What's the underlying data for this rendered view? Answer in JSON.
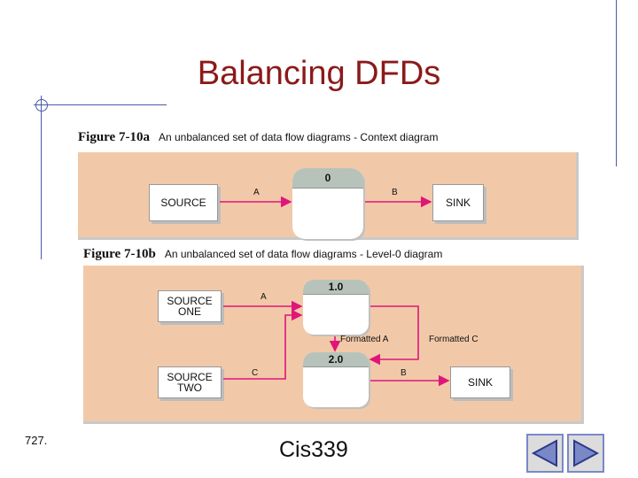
{
  "slide": {
    "title": "Balancing DFDs",
    "page_number": "727.",
    "footer": "Cis339"
  },
  "figure_a": {
    "number": "Figure 7-10a",
    "caption": "An unbalanced set of data flow diagrams - Context diagram",
    "source": "SOURCE",
    "process_id": "0",
    "sink": "SINK",
    "flow_a": "A",
    "flow_b": "B"
  },
  "figure_b": {
    "number": "Figure 7-10b",
    "caption": "An unbalanced set of data flow diagrams - Level-0 diagram",
    "source_one_line1": "SOURCE",
    "source_one_line2": "ONE",
    "source_two_line1": "SOURCE",
    "source_two_line2": "TWO",
    "process_1": "1.0",
    "process_2": "2.0",
    "sink": "SINK",
    "flow_a": "A",
    "flow_c": "C",
    "flow_b": "B",
    "flow_formatted_a": "Formatted A",
    "flow_formatted_c": "Formatted C"
  },
  "colors": {
    "title": "#8b1a1a",
    "panel": "#f2c9a8",
    "process_header": "#b7c3ba",
    "arrow": "#e0157a",
    "frame": "#4a5aa8"
  },
  "icons": [
    "back-arrow-icon",
    "forward-arrow-icon"
  ]
}
